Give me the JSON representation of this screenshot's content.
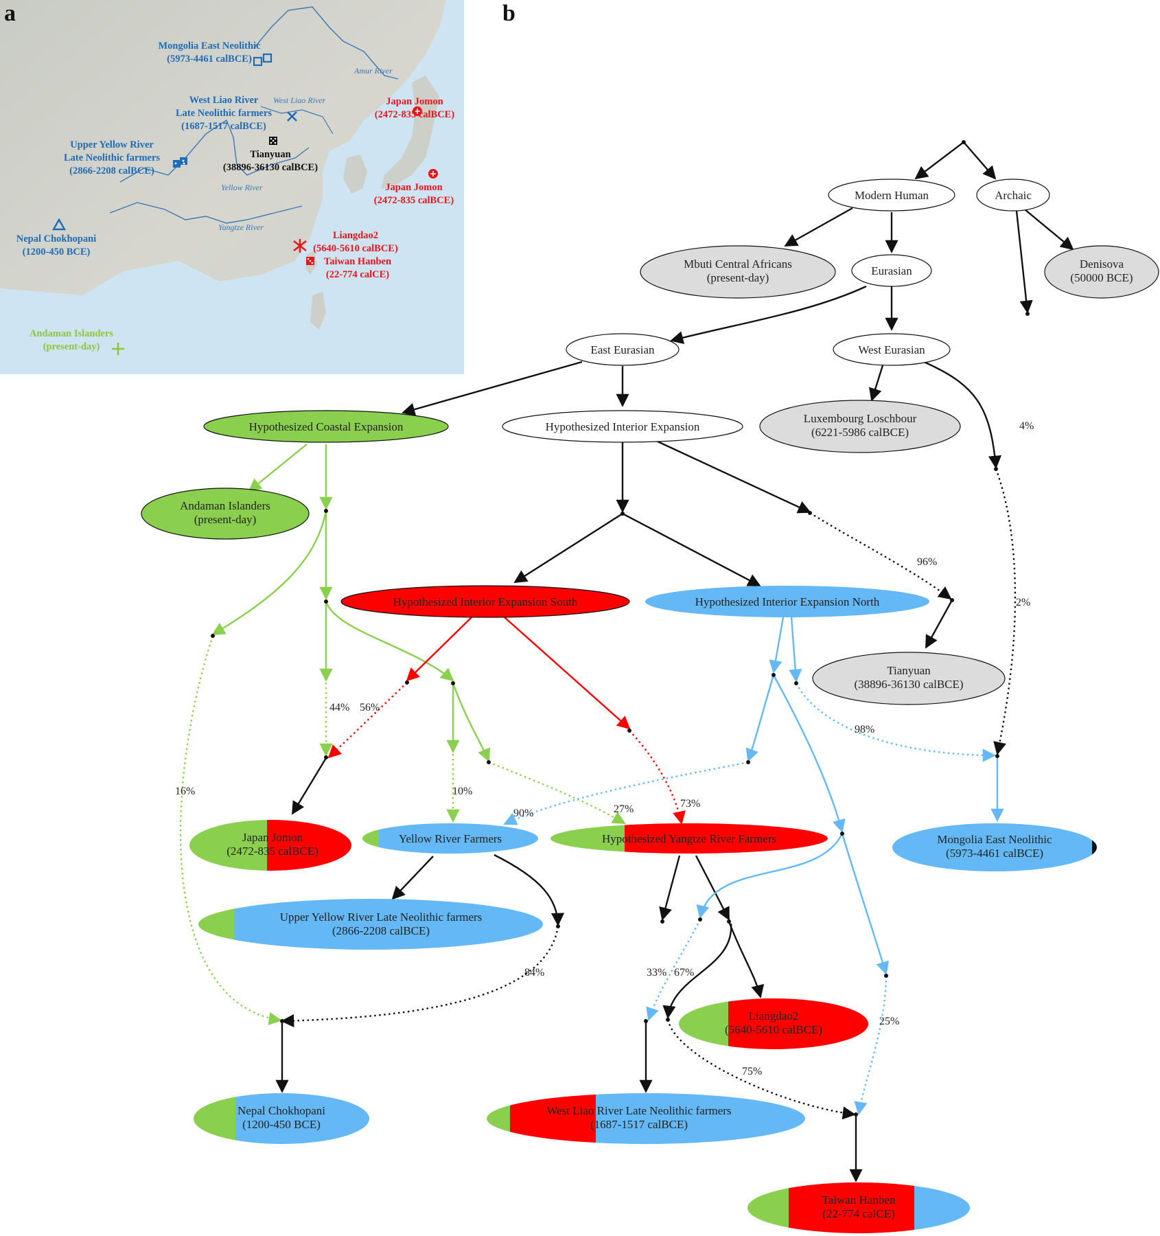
{
  "panels": {
    "a": "a",
    "b": "b"
  },
  "colors": {
    "green": "#8bcf4f",
    "red": "#ff0000",
    "blue": "#63b8f5",
    "gray": "#dcdcdc",
    "black": "#111111",
    "map_blue": "#1f6bb5",
    "map_red": "#e8141c",
    "map_green": "#8cc63f"
  },
  "map": {
    "sites": [
      {
        "name": "Mongolia East Neolithic",
        "date": "(5973-4461 calBCE)",
        "color": "map_blue"
      },
      {
        "name": "West Liao River",
        "name2": "Late Neolithic farmers",
        "date": "(1687-1517 calBCE)",
        "color": "map_blue"
      },
      {
        "name": "Upper Yellow River",
        "name2": "Late Neolithic farmers",
        "date": "(2866-2208 calBCE)",
        "color": "map_blue"
      },
      {
        "name": "Tianyuan",
        "date": "(38896-36130 calBCE)",
        "color": "black"
      },
      {
        "name": "Japan Jomon",
        "date": "(2472-835 calBCE)",
        "color": "map_red"
      },
      {
        "name": "Japan Jomon",
        "date": "(2472-835 calBCE)",
        "color": "map_red"
      },
      {
        "name": "Nepal Chokhopani",
        "date": "(1200-450 BCE)",
        "color": "map_blue"
      },
      {
        "name": "Liangdao2",
        "date": "(5640-5610 calBCE)",
        "color": "map_red"
      },
      {
        "name": "Taiwan Hanben",
        "date": "(22-774 calCE)",
        "color": "map_red"
      },
      {
        "name": "Andaman Islanders",
        "date": "(present-day)",
        "color": "map_green"
      }
    ],
    "rivers": [
      "Amur River",
      "West Liao River",
      "Yellow River",
      "Yangtze River"
    ]
  },
  "nodes": {
    "modern_human": "Modern Human",
    "archaic": "Archaic",
    "mbuti": [
      "Mbuti Central Africans",
      "(present-day)"
    ],
    "eurasian": "Eurasian",
    "denisova": [
      "Denisova",
      "(50000 BCE)"
    ],
    "east_eurasian": "East Eurasian",
    "west_eurasian": "West Eurasian",
    "coastal": "Hypothesized Coastal Expansion",
    "interior": "Hypothesized Interior Expansion",
    "luxembourg": [
      "Luxembourg Loschbour",
      "(6221-5986 calBCE)"
    ],
    "andaman": [
      "Andaman Islanders",
      "(present-day)"
    ],
    "interior_south": "Hypothesized Interior Expansion South",
    "interior_north": "Hypothesized Interior Expansion North",
    "tianyuan": [
      "Tianyuan",
      "(38896-36130 calBCE)"
    ],
    "japan_jomon": [
      "Japan Jomon",
      "(2472-835 calBCE)"
    ],
    "yellow_river": "Yellow River Farmers",
    "yangtze": "Hypothesized Yangtze River Farmers",
    "mongolia": [
      "Mongolia East Neolithic",
      "(5973-4461 calBCE)"
    ],
    "upper_yellow": [
      "Upper Yellow River Late Neolithic farmers",
      "(2866-2208 calBCE)"
    ],
    "liangdao": [
      "Liangdao2",
      "(5640-5610 calBCE)"
    ],
    "nepal": [
      "Nepal Chokhopani",
      "(1200-450 BCE)"
    ],
    "west_liao": [
      "West Liao River Late Neolithic farmers",
      "(1687-1517 calBCE)"
    ],
    "taiwan": [
      "Taiwan Hanben",
      "(22-774 calCE)"
    ]
  },
  "percentages": {
    "p4": "4%",
    "p96": "96%",
    "p2": "2%",
    "p98": "98%",
    "p44": "44%",
    "p56": "56%",
    "p16": "16%",
    "p10": "10%",
    "p90": "90%",
    "p27": "27%",
    "p73": "73%",
    "p84": "84%",
    "p33": "33%",
    "p67": "67%",
    "p25": "25%",
    "p75": "75%"
  }
}
